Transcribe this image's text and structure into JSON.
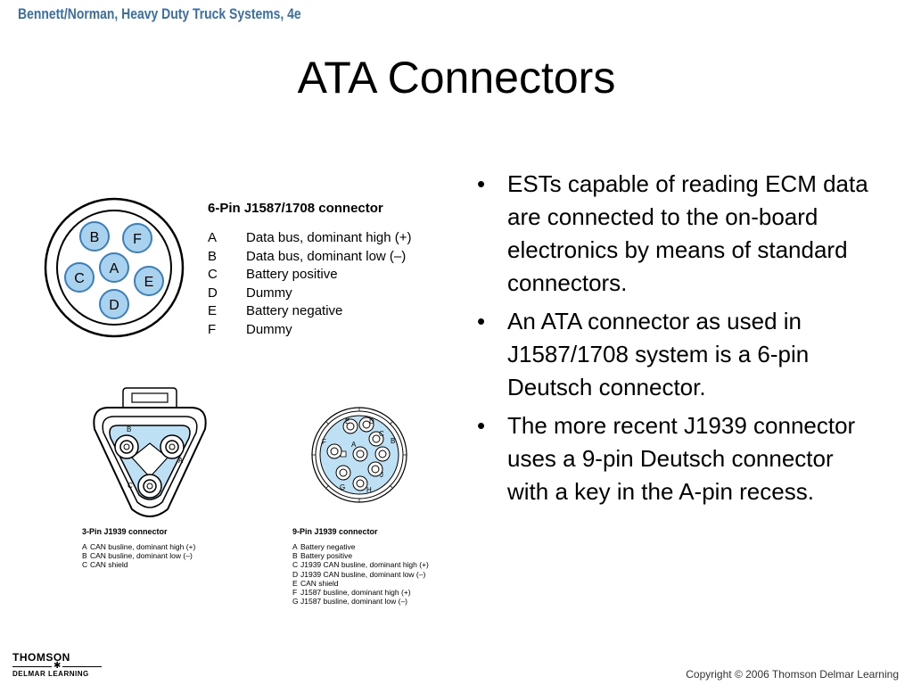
{
  "header": {
    "book_title": "Bennett/Norman, Heavy Duty Truck Systems, 4e"
  },
  "slide": {
    "title": "ATA Connectors",
    "bullet_symbol": "•",
    "bullets": [
      "ESTs capable of reading ECM data are connected to the on-board electronics by means of standard connectors.",
      "An ATA connector as used in J1587/1708 system is a 6-pin Deutsch connector.",
      "The more recent J1939 connector uses a 9-pin Deutsch connector with a key in the A-pin recess."
    ]
  },
  "connector_6pin": {
    "title": "6-Pin J1587/1708 connector",
    "pin_labels": [
      "B",
      "F",
      "A",
      "C",
      "E",
      "D"
    ],
    "legend": [
      {
        "key": "A",
        "desc": "Data bus, dominant high (+)"
      },
      {
        "key": "B",
        "desc": "Data bus, dominant low (–)"
      },
      {
        "key": "C",
        "desc": "Battery positive"
      },
      {
        "key": "D",
        "desc": "Dummy"
      },
      {
        "key": "E",
        "desc": "Battery negative"
      },
      {
        "key": "F",
        "desc": "Dummy"
      }
    ]
  },
  "connector_3pin": {
    "title": "3-Pin J1939 connector",
    "pin_labels": [
      "B",
      "A",
      "C"
    ],
    "legend": [
      {
        "key": "A",
        "desc": "CAN busline, dominant high (+)"
      },
      {
        "key": "B",
        "desc": "CAN busline, dominant low (–)"
      },
      {
        "key": "C",
        "desc": "CAN shield"
      }
    ]
  },
  "connector_9pin": {
    "title": "9-Pin J1939 connector",
    "pin_labels": [
      "E",
      "D",
      "C",
      "F",
      "A",
      "B",
      "J",
      "G",
      "H"
    ],
    "legend": [
      {
        "key": "A",
        "desc": "Battery negative"
      },
      {
        "key": "B",
        "desc": "Battery positive"
      },
      {
        "key": "C",
        "desc": "J1939 CAN busline, dominant high (+)"
      },
      {
        "key": "D",
        "desc": "J1939 CAN busline, dominant low (–)"
      },
      {
        "key": "E",
        "desc": "CAN shield"
      },
      {
        "key": "F",
        "desc": "J1587 busline, dominant high (+)"
      },
      {
        "key": "G",
        "desc": "J1587 busline, dominant low (–)"
      }
    ]
  },
  "colors": {
    "pin_fill": "#a8d2ee",
    "pin_stroke": "#3a7fbd",
    "header_blue": "#3b6ea8",
    "shade": "#bde0f5"
  },
  "footer": {
    "logo_top": "THOMSON",
    "logo_bottom": "DELMAR LEARNING",
    "copyright": "Copyright © 2006 Thomson Delmar Learning"
  }
}
